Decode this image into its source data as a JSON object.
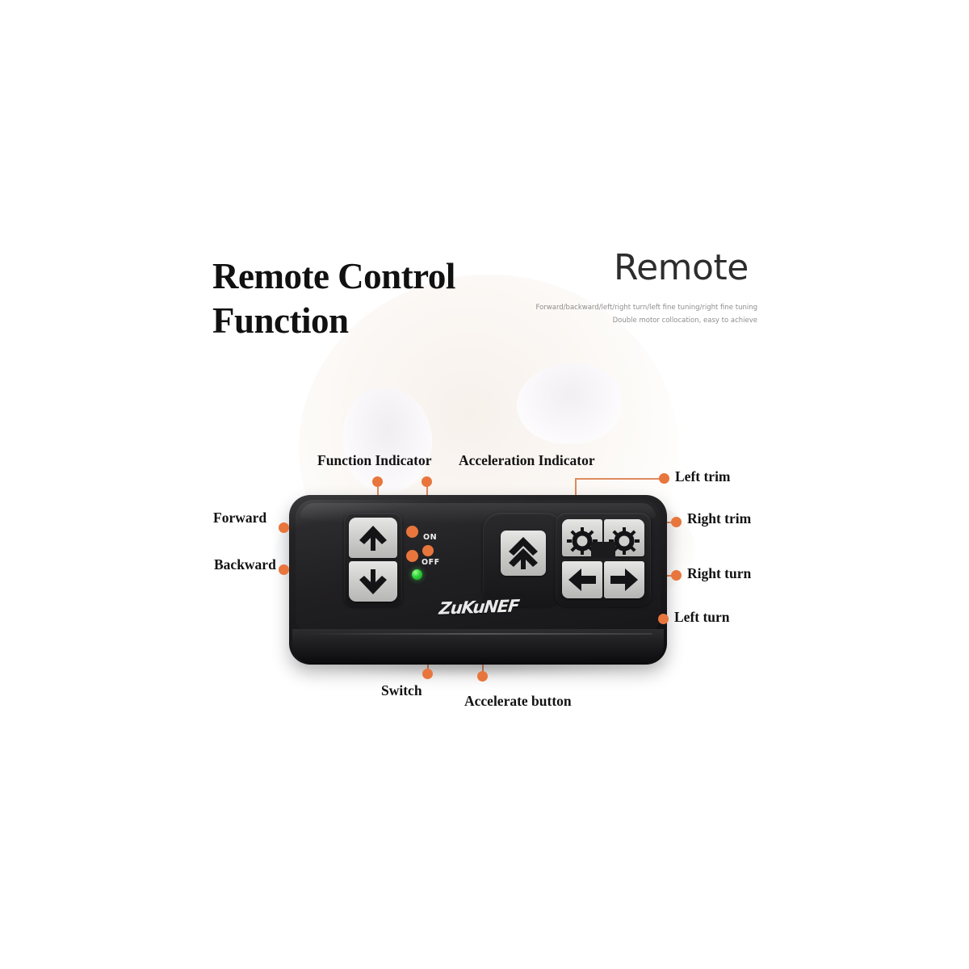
{
  "headings": {
    "main_line1": "Remote Control",
    "main_line2": "Function",
    "secondary": "Remote",
    "sub_line1": "Forward/backward/left/right turn/left fine tuning/right fine tuning",
    "sub_line2": "Double motor collocation, easy to achieve"
  },
  "callouts": {
    "forward": "Forward",
    "backward": "Backward",
    "function_indicator": "Function Indicator",
    "acceleration_indicator": "Acceleration Indicator",
    "left_trim": "Left trim",
    "right_trim": "Right trim",
    "right_turn": "Right turn",
    "left_turn": "Left turn",
    "switch": "Switch",
    "accelerate_button": "Accelerate button"
  },
  "device": {
    "brand": "ZuKuNEF",
    "switch_on_label": "ON",
    "switch_off_label": "OFF",
    "buttons": {
      "forward": "forward-up-arrow",
      "backward": "backward-down-arrow",
      "accelerate": "double-chevron-up",
      "left_trim": "gear-icon",
      "right_trim": "gear-icon",
      "left_turn": "arrow-left",
      "right_turn": "arrow-right"
    },
    "indicators": {
      "function_led": "orange-led",
      "acceleration_led": "orange-led",
      "power_led": "green-led"
    }
  },
  "colors": {
    "accent": "#e8763c",
    "connector": "#dd8a5e",
    "body_dark": "#1b1b1d",
    "key_light": "#d4d4d2",
    "power_led_green": "#2fd13a",
    "background": "#ffffff",
    "heading_text": "#111111",
    "subtext": "#8d8d8d"
  }
}
